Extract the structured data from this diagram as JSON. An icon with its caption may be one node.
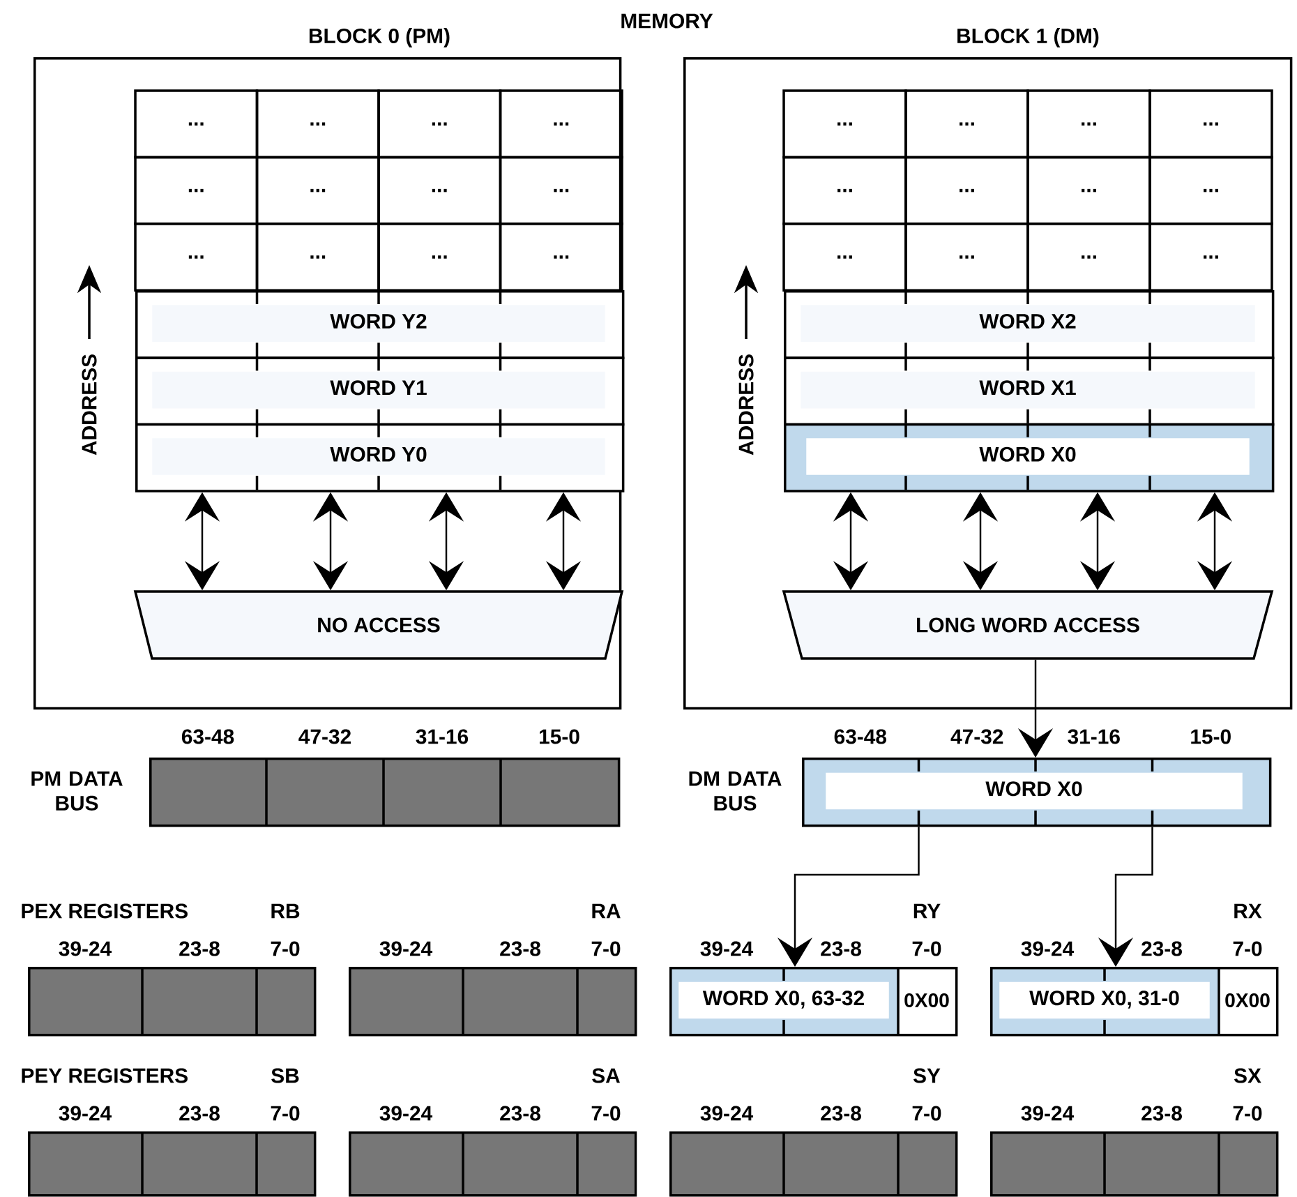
{
  "diagram": {
    "title": "MEMORY",
    "nodes": [
      {
        "text": [
          "BLOCK 0 (PM)"
        ]
      },
      {
        "text": [
          "..."
        ],
        "in": 0
      },
      {
        "text": [
          "..."
        ],
        "in": 0
      },
      {
        "text": [
          "..."
        ],
        "in": 0
      },
      {
        "text": [
          "..."
        ],
        "in": 0
      },
      {
        "text": [
          "..."
        ],
        "in": 0
      },
      {
        "text": [
          "..."
        ],
        "in": 0
      },
      {
        "text": [
          "..."
        ],
        "in": 0
      },
      {
        "text": [
          "..."
        ],
        "in": 0
      },
      {
        "text": [
          "..."
        ],
        "in": 0
      },
      {
        "text": [
          "..."
        ],
        "in": 0
      },
      {
        "text": [
          "..."
        ],
        "in": 0
      },
      {
        "text": [
          "..."
        ],
        "in": 0
      },
      {
        "text": [
          "WORD Y2"
        ],
        "in": 0
      },
      {
        "text": [
          "WORD Y1"
        ],
        "in": 0
      },
      {
        "text": [
          "WORD Y0"
        ],
        "in": 0
      },
      {
        "text": [
          "NO ACCESS"
        ],
        "in": 0
      },
      {
        "text": [
          "BLOCK 1 (DM)"
        ]
      },
      {
        "text": [
          "..."
        ],
        "in": 17
      },
      {
        "text": [
          "..."
        ],
        "in": 17
      },
      {
        "text": [
          "..."
        ],
        "in": 17
      },
      {
        "text": [
          "..."
        ],
        "in": 17
      },
      {
        "text": [
          "..."
        ],
        "in": 17
      },
      {
        "text": [
          "..."
        ],
        "in": 17
      },
      {
        "text": [
          "..."
        ],
        "in": 17
      },
      {
        "text": [
          "..."
        ],
        "in": 17
      },
      {
        "text": [
          "..."
        ],
        "in": 17
      },
      {
        "text": [
          "..."
        ],
        "in": 17
      },
      {
        "text": [
          "..."
        ],
        "in": 17
      },
      {
        "text": [
          "..."
        ],
        "in": 17
      },
      {
        "text": [
          "WORD X2"
        ],
        "in": 17
      },
      {
        "text": [
          "WORD X1"
        ],
        "in": 17
      },
      {
        "text": [
          "WORD X0"
        ],
        "in": 17
      },
      {
        "text": [
          "LONG WORD ACCESS"
        ],
        "in": 17
      },
      {
        "text": [
          "PM DATA BUS"
        ],
        "beside": [
          "63-48",
          "47-32",
          "31-16",
          "15-0"
        ]
      },
      {
        "text": [
          "DM DATA BUS",
          "WORD X0"
        ],
        "beside": [
          "63-48",
          "47-32",
          "31-16",
          "15-0"
        ]
      },
      {
        "text": [
          "RB"
        ],
        "beside": [
          "39-24",
          "23-8",
          "7-0"
        ]
      },
      {
        "text": [
          "RA"
        ],
        "beside": [
          "39-24",
          "23-8",
          "7-0"
        ]
      },
      {
        "text": [
          "RY",
          "WORD X0, 63-32",
          "0X00"
        ],
        "beside": [
          "39-24",
          "23-8",
          "7-0"
        ]
      },
      {
        "text": [
          "RX",
          "WORD X0, 31-0",
          "0X00"
        ],
        "beside": [
          "39-24",
          "23-8",
          "7-0"
        ]
      },
      {
        "text": [
          "SB"
        ],
        "beside": [
          "39-24",
          "23-8",
          "7-0"
        ]
      },
      {
        "text": [
          "SA"
        ],
        "beside": [
          "39-24",
          "23-8",
          "7-0"
        ]
      },
      {
        "text": [
          "SY"
        ],
        "beside": [
          "39-24",
          "23-8",
          "7-0"
        ]
      },
      {
        "text": [
          "SX"
        ],
        "beside": [
          "39-24",
          "23-8",
          "7-0"
        ]
      }
    ],
    "edges": [
      {
        "from": 15,
        "to": 16,
        "arrow": "both"
      },
      {
        "from": 15,
        "to": 16,
        "arrow": "both"
      },
      {
        "from": 15,
        "to": 16,
        "arrow": "both"
      },
      {
        "from": 15,
        "to": 16,
        "arrow": "both"
      },
      {
        "from": 32,
        "to": 33,
        "arrow": "both"
      },
      {
        "from": 32,
        "to": 33,
        "arrow": "both"
      },
      {
        "from": 32,
        "to": 33,
        "arrow": "both"
      },
      {
        "from": 32,
        "to": 33,
        "arrow": "both"
      },
      {
        "from": 33,
        "to": 35,
        "arrow": "to"
      },
      {
        "from": 35,
        "to": 38,
        "arrow": "to"
      },
      {
        "from": 35,
        "to": 39,
        "arrow": "to"
      }
    ],
    "labels": [
      "ADDRESS",
      "ADDRESS",
      "PEX REGISTERS",
      "PEY REGISTERS"
    ]
  }
}
